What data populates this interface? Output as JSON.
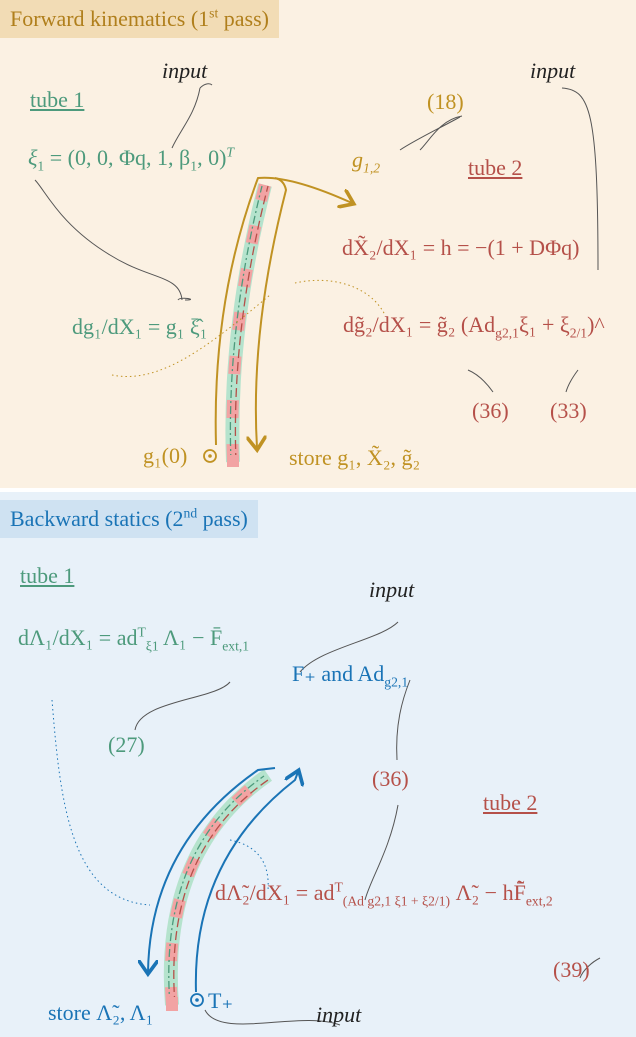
{
  "forward": {
    "header_main": "Forward kinematics (1",
    "header_sup": "st",
    "header_tail": " pass)",
    "tube1_label": "tube 1",
    "tube2_label": "tube 2",
    "input_top": "input",
    "input_right": "input",
    "ref_18": "(18)",
    "xi1": "ξ",
    "xi1_sub": "1",
    "xi1_rhs": " = (0, 0, Φq, 1, β",
    "xi1_beta_sub": "1",
    "xi1_tail": ", 0)",
    "xi1_sup": "T",
    "g12": "g",
    "g12_sub": "1,2",
    "dX2_eq": "dX̃₂/dX₁ = h = −(1 + DΦq)",
    "dg1_eq": "dg₁/dX₁ = g₁ ξ̂₁",
    "dg2_eq": "dg̃₂/dX₁ = g̃₂ (Ad",
    "dg2_sub": "g2,1",
    "dg2_tail": "ξ₁ + ξ",
    "dg2_sub2": "2/1",
    "dg2_end": ")^",
    "ref_36": "(36)",
    "ref_33": "(33)",
    "g1_0": "g₁(0)",
    "store": "store g₁, X̃₂, g̃₂"
  },
  "backward": {
    "header_main": "Backward statics (2",
    "header_sup": "nd",
    "header_tail": " pass)",
    "tube1_label": "tube 1",
    "tube2_label": "tube 2",
    "input_top": "input",
    "input_bottom": "input",
    "lambda1_eq": "dΛ₁/dX₁ = ad",
    "lambda1_sup": "T",
    "lambda1_sub": "ξ1",
    "lambda1_tail": "Λ₁ − F̄",
    "lambda1_sub2": "ext,1",
    "ref_27": "(27)",
    "fplus": "F₊ and Ad",
    "fplus_sub": "g2,1",
    "ref_36": "(36)",
    "lambda2_eq": "dΛ̃₂/dX₁ = ad",
    "lambda2_sup": "T",
    "lambda2_sub": "(Ad g2,1 ξ1 + ξ2/1)",
    "lambda2_tail": "Λ̃₂ − hF̃̄",
    "lambda2_sub2": "ext,2",
    "ref_39": "(39)",
    "tplus": "T₊",
    "store": "store Λ̃₂, Λ₁"
  },
  "colors": {
    "green": "#4d9a7c",
    "red": "#b55049",
    "gold": "#c09223",
    "blue": "#1a74b6",
    "fk_bg": "#fbf1e3",
    "bs_bg": "#e8f1f9"
  }
}
